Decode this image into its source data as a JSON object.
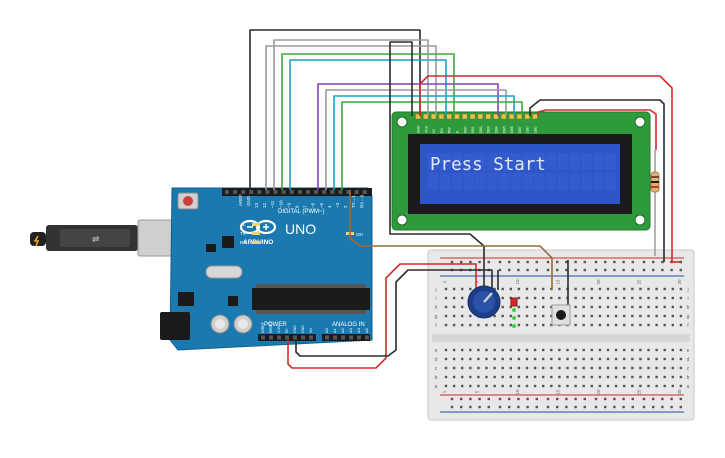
{
  "lcd": {
    "message": "Press Start",
    "pin_labels": [
      "GND",
      "VCC",
      "V0",
      "RS",
      "RW",
      "E",
      "DB0",
      "DB1",
      "DB2",
      "DB3",
      "DB4",
      "DB5",
      "DB6",
      "DB7",
      "LED",
      "LED"
    ]
  },
  "arduino": {
    "model": "UNO",
    "brand": "ARDUINO",
    "digital_header": "DIGITAL (PWM~)",
    "power_header": "POWER",
    "analog_header": "ANALOG IN",
    "on_label": "ON",
    "l_label": "L",
    "tx_label": "TX",
    "rx_label": "RX",
    "aref": "AREF",
    "gnd": "GND",
    "digital_pins": [
      "13",
      "12",
      "~11",
      "~10",
      "~9",
      "8",
      "7",
      "~6",
      "~5",
      "4",
      "~3",
      "2",
      "TX→1",
      "RX←0"
    ],
    "power_pins": [
      "IOREF",
      "RESET",
      "3.3V",
      "5V",
      "GND",
      "GND",
      "Vin"
    ],
    "analog_pins": [
      "A0",
      "A1",
      "A2",
      "A3",
      "A4",
      "A5"
    ]
  },
  "breadboard": {
    "col_numbers": [
      "1",
      "",
      "",
      "",
      "5",
      "",
      "",
      "",
      "",
      "10",
      "",
      "",
      "",
      "",
      "15",
      "",
      "",
      "",
      "",
      "20",
      "",
      "",
      "",
      "",
      "25",
      "",
      "",
      "",
      "",
      "30"
    ],
    "row_letters_top": [
      "j",
      "i",
      "h",
      "g",
      "f"
    ],
    "row_letters_bottom": [
      "e",
      "d",
      "c",
      "b",
      "a"
    ]
  },
  "colors": {
    "wire_black": "#2b2b2b",
    "wire_red": "#d42a2a",
    "wire_gray": "#9a9a9a",
    "wire_cyan": "#1aa3c4",
    "wire_green": "#3aa83a",
    "wire_purple": "#8a3fb5",
    "wire_brown": "#9b6a3a",
    "lcd_pcb": "#2e9a3b",
    "lcd_screen": "#2f56c8",
    "arduino_board": "#1a7ab0"
  }
}
